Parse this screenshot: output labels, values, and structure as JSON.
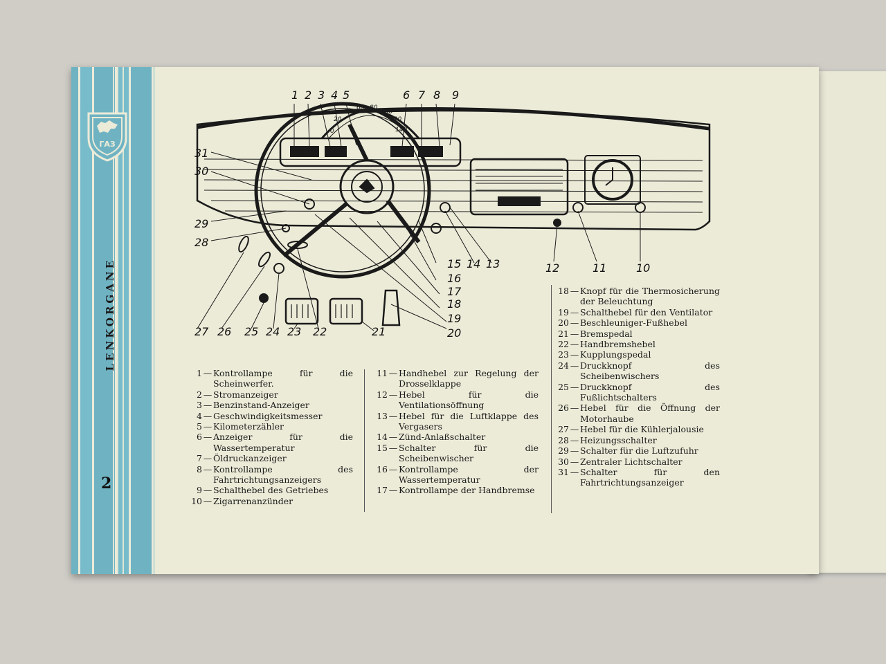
{
  "brand": {
    "logo_text": "ГАЗ"
  },
  "spine": {
    "title": "LENKORGANE"
  },
  "page": {
    "number": "2"
  },
  "diagram": {
    "numbers_top": [
      "1",
      "2",
      "3",
      "4",
      "5",
      "6",
      "7",
      "8",
      "9"
    ],
    "numbers_left": [
      "31",
      "30",
      "29",
      "28"
    ],
    "numbers_right": [
      "12",
      "11",
      "10"
    ],
    "numbers_center": [
      "15",
      "14",
      "13",
      "16",
      "17",
      "18",
      "19",
      "20"
    ],
    "numbers_bottom": [
      "27",
      "26",
      "25",
      "24",
      "23",
      "22",
      "21"
    ],
    "speedo_marks": [
      "0",
      "20",
      "40",
      "60",
      "80",
      "100",
      "120",
      "140"
    ]
  },
  "legend": {
    "col1": [
      {
        "no": "1",
        "text": "Kontrollampe für die Scheinwerfer."
      },
      {
        "no": "2",
        "text": "Stromanzeiger"
      },
      {
        "no": "3",
        "text": "Benzinstand-Anzeiger"
      },
      {
        "no": "4",
        "text": "Geschwindigkeitsmesser"
      },
      {
        "no": "5",
        "text": "Kilometerzähler"
      },
      {
        "no": "6",
        "text": "Anzeiger für die Wassertemperatur"
      },
      {
        "no": "7",
        "text": "Öldruckanzeiger"
      },
      {
        "no": "8",
        "text": "Kontrollampe des Fahrtrichtungsanzeigers"
      },
      {
        "no": "9",
        "text": "Schalthebel des Getriebes"
      },
      {
        "no": "10",
        "text": "Zigarrenanzünder"
      }
    ],
    "col2": [
      {
        "no": "11",
        "text": "Handhebel zur Regelung der Drosselklappe"
      },
      {
        "no": "12",
        "text": "Hebel für die Ventilationsöffnung"
      },
      {
        "no": "13",
        "text": "Hebel für die Luftklappe des Vergasers"
      },
      {
        "no": "14",
        "text": "Zünd-Anlaßschalter"
      },
      {
        "no": "15",
        "text": "Schalter für die Scheibenwischer"
      },
      {
        "no": "16",
        "text": "Kontrollampe der Wassertemperatur"
      },
      {
        "no": "17",
        "text": "Kontrollampe der Handbremse"
      }
    ],
    "col3": [
      {
        "no": "18",
        "text": "Knopf für die Thermosicherung der Beleuchtung"
      },
      {
        "no": "19",
        "text": "Schalthebel für den Ventilator"
      },
      {
        "no": "20",
        "text": "Beschleuniger-Fußhebel"
      },
      {
        "no": "21",
        "text": "Bremspedal"
      },
      {
        "no": "22",
        "text": "Handbremshebel"
      },
      {
        "no": "23",
        "text": "Kupplungspedal"
      },
      {
        "no": "24",
        "text": "Druckknopf des Scheibenwischers"
      },
      {
        "no": "25",
        "text": "Druckknopf des Fußlichtschalters"
      },
      {
        "no": "26",
        "text": "Hebel für die Öffnung der Motorhaube"
      },
      {
        "no": "27",
        "text": "Hebel für die Kühlerjalousie"
      },
      {
        "no": "28",
        "text": "Heizungsschalter"
      },
      {
        "no": "29",
        "text": "Schalter für die Luftzufuhr"
      },
      {
        "no": "30",
        "text": "Zentraler Lichtschalter"
      },
      {
        "no": "31",
        "text": "Schalter für den Fahrtrichtungsanzeiger"
      }
    ]
  }
}
